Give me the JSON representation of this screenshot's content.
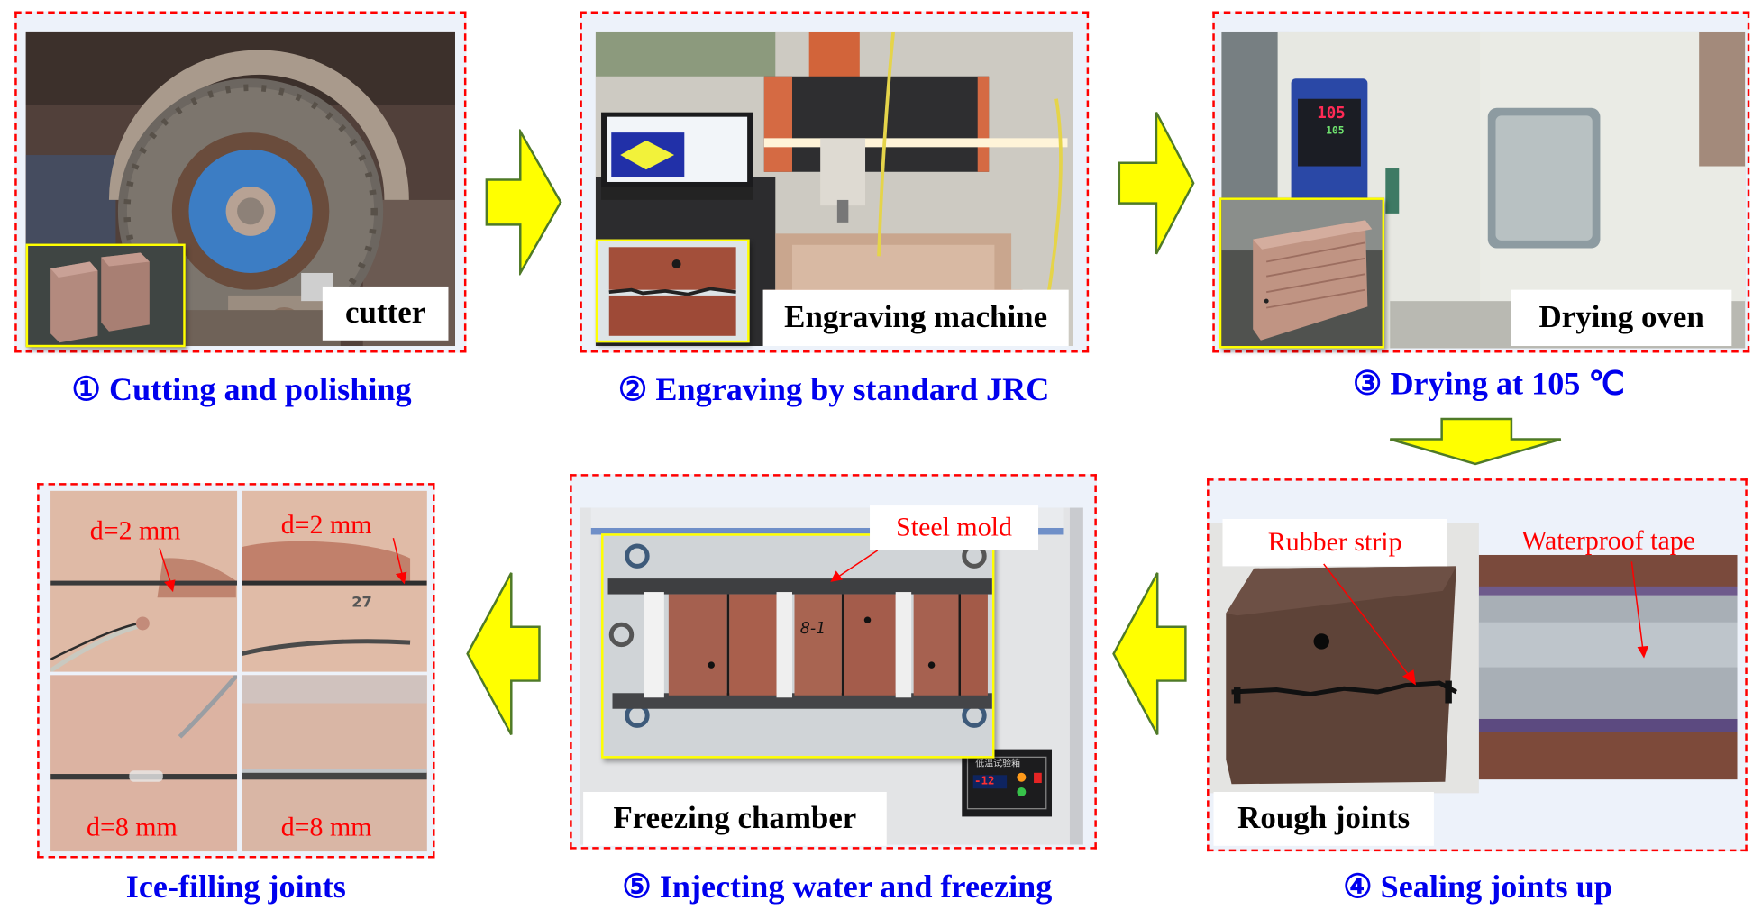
{
  "figure": {
    "description": "Workflow of preparing ice-filled rock joint specimens",
    "colors": {
      "panel_border": "#ff0000",
      "panel_background": "#edf2fa",
      "inset_border": "#ffff00",
      "caption_text": "#0000ee",
      "annotation_text": "#ff0000",
      "arrow_fill": "#ffff00",
      "arrow_outline": "#4f7a28"
    }
  },
  "steps": [
    {
      "id": "step1",
      "caption": "① Cutting and polishing",
      "label": "cutter",
      "inset": "cut sandstone blocks"
    },
    {
      "id": "step2",
      "caption": "② Engraving by standard JRC",
      "label": "Engraving machine",
      "inset": "engraved joint specimen"
    },
    {
      "id": "step3",
      "caption": "③ Drying at 105 ℃",
      "label": "Drying oven",
      "inset": "dried specimen",
      "display_readings": [
        "105",
        "105"
      ]
    },
    {
      "id": "step4",
      "caption": "④ Sealing joints up",
      "label": "Rough joints",
      "annotations": [
        "Rubber strip",
        "Waterproof tape"
      ]
    },
    {
      "id": "step5",
      "caption": "⑤ Injecting water and freezing",
      "label": "Freezing chamber",
      "annotations": [
        "Steel mold"
      ],
      "specimen_mark": "8-1",
      "control_panel": {
        "title": "低温试验箱",
        "temperature": "-12"
      }
    },
    {
      "id": "step6",
      "caption": "Ice-filling joints",
      "annotations": [
        "d=2 mm",
        "d=2 mm",
        "d=8 mm",
        "d=8 mm"
      ],
      "specimen_mark": "27"
    }
  ],
  "arrows": [
    {
      "from": "step1",
      "to": "step2",
      "direction": "right"
    },
    {
      "from": "step2",
      "to": "step3",
      "direction": "right"
    },
    {
      "from": "step3",
      "to": "step4",
      "direction": "down"
    },
    {
      "from": "step4",
      "to": "step5",
      "direction": "left"
    },
    {
      "from": "step5",
      "to": "step6",
      "direction": "left"
    }
  ]
}
